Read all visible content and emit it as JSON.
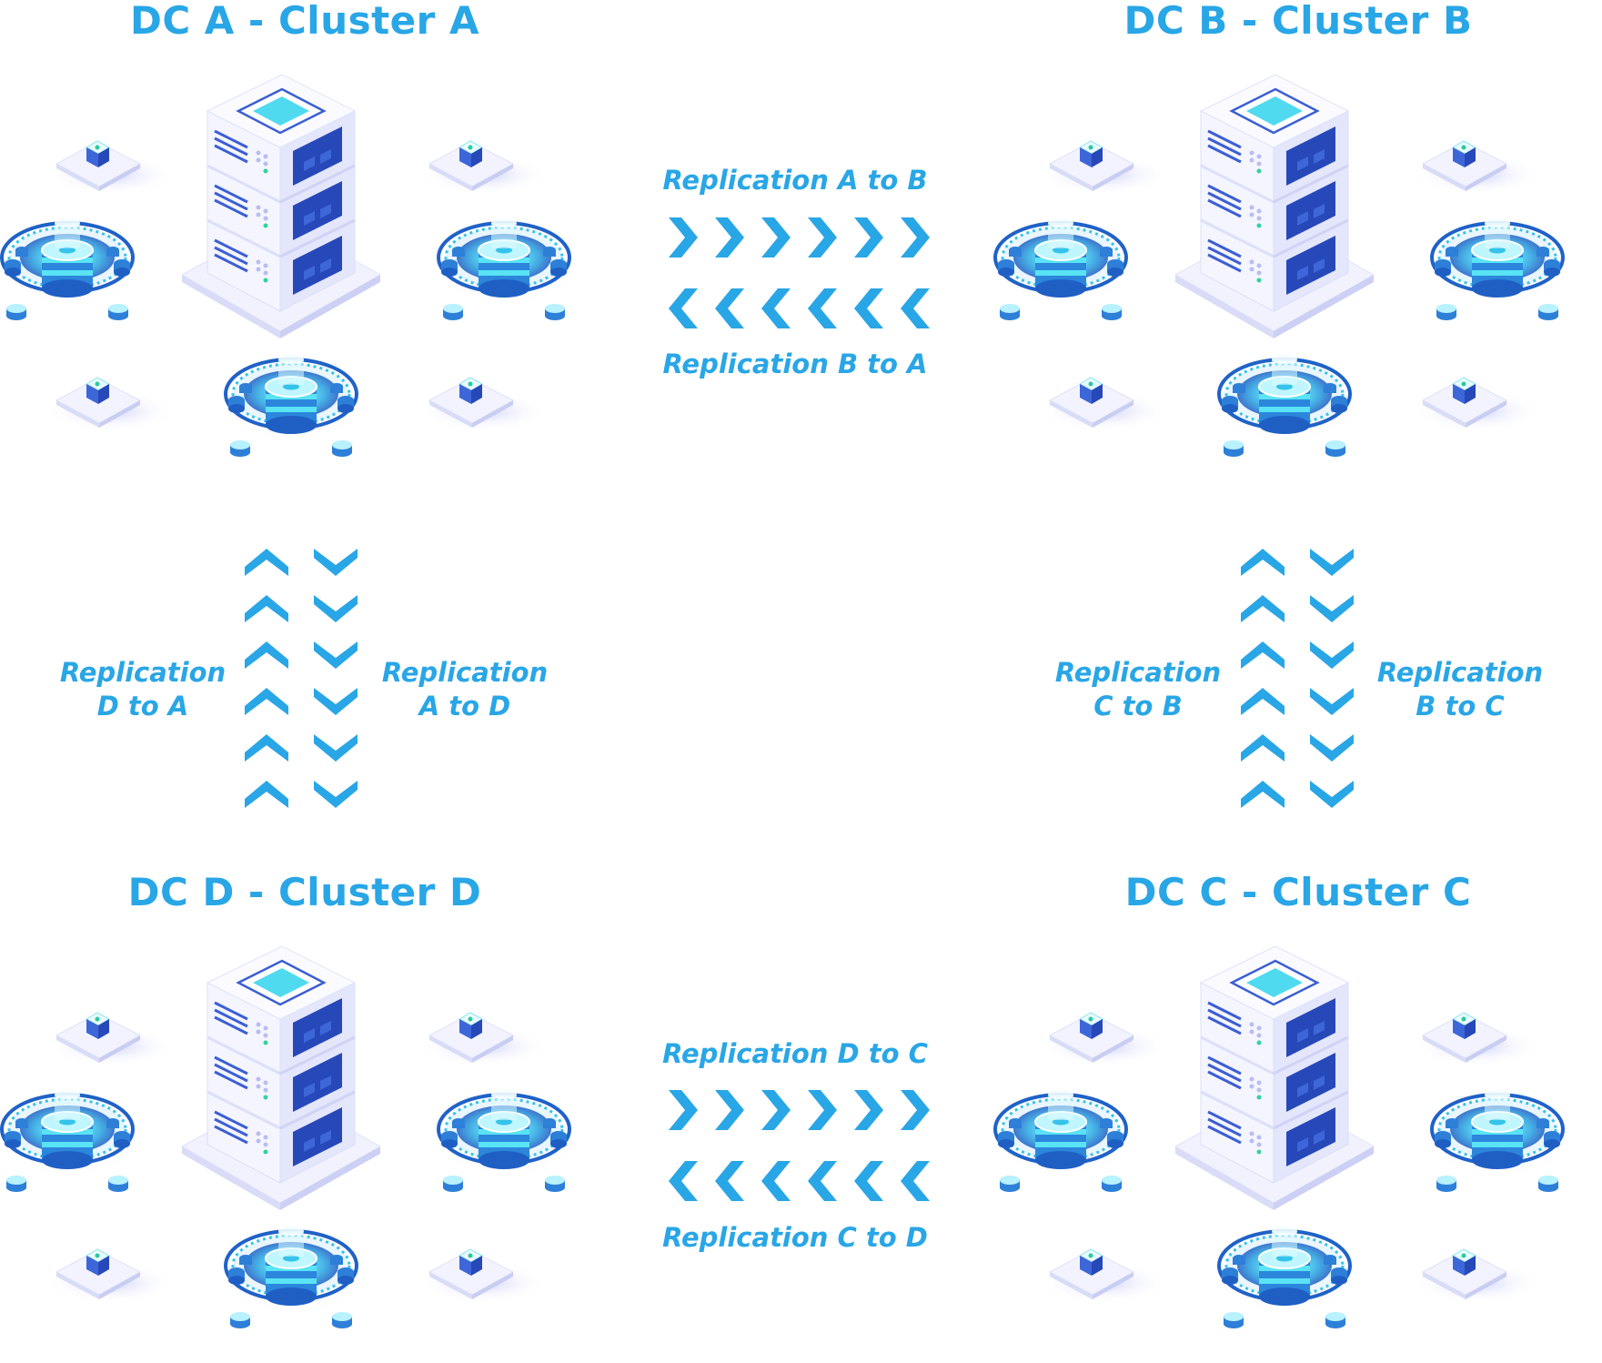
{
  "colors": {
    "accent": "#29a6e6",
    "server_body": "#eeeffd",
    "server_dark": "#2548b8",
    "glow": "#35d3ec"
  },
  "clusters": {
    "a": {
      "title": "DC A - Cluster A"
    },
    "b": {
      "title": "DC B - Cluster B"
    },
    "c": {
      "title": "DC C - Cluster C"
    },
    "d": {
      "title": "DC D - Cluster D"
    }
  },
  "replications": {
    "a_to_b": "Replication A to B",
    "b_to_a": "Replication B to A",
    "d_to_c": "Replication D to C",
    "c_to_d": "Replication C to D",
    "d_to_a": {
      "line1": "Replication",
      "line2": "D to A"
    },
    "a_to_d": {
      "line1": "Replication",
      "line2": "A to D"
    },
    "c_to_b": {
      "line1": "Replication",
      "line2": "C to B"
    },
    "b_to_c": {
      "line1": "Replication",
      "line2": "B to C"
    }
  }
}
